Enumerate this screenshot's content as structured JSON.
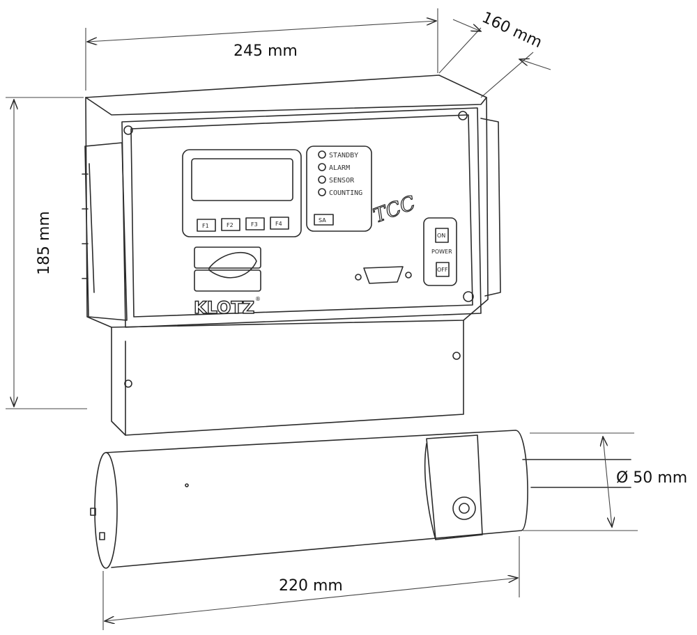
{
  "dimensions": {
    "width": "245 mm",
    "depth": "160 mm",
    "height": "185 mm",
    "sensor_length": "220 mm",
    "sensor_diameter": "Ø 50 mm"
  },
  "panel": {
    "indicators": [
      "STANDBY",
      "ALARM",
      "SENSOR",
      "COUNTING"
    ],
    "function_keys": [
      "F1",
      "F2",
      "F3",
      "F4"
    ],
    "small_button": "SA",
    "model": "TCC",
    "brand": "KLOTZ",
    "registered": "®",
    "power": {
      "on": "ON",
      "label": "POWER",
      "off": "OFF"
    }
  }
}
